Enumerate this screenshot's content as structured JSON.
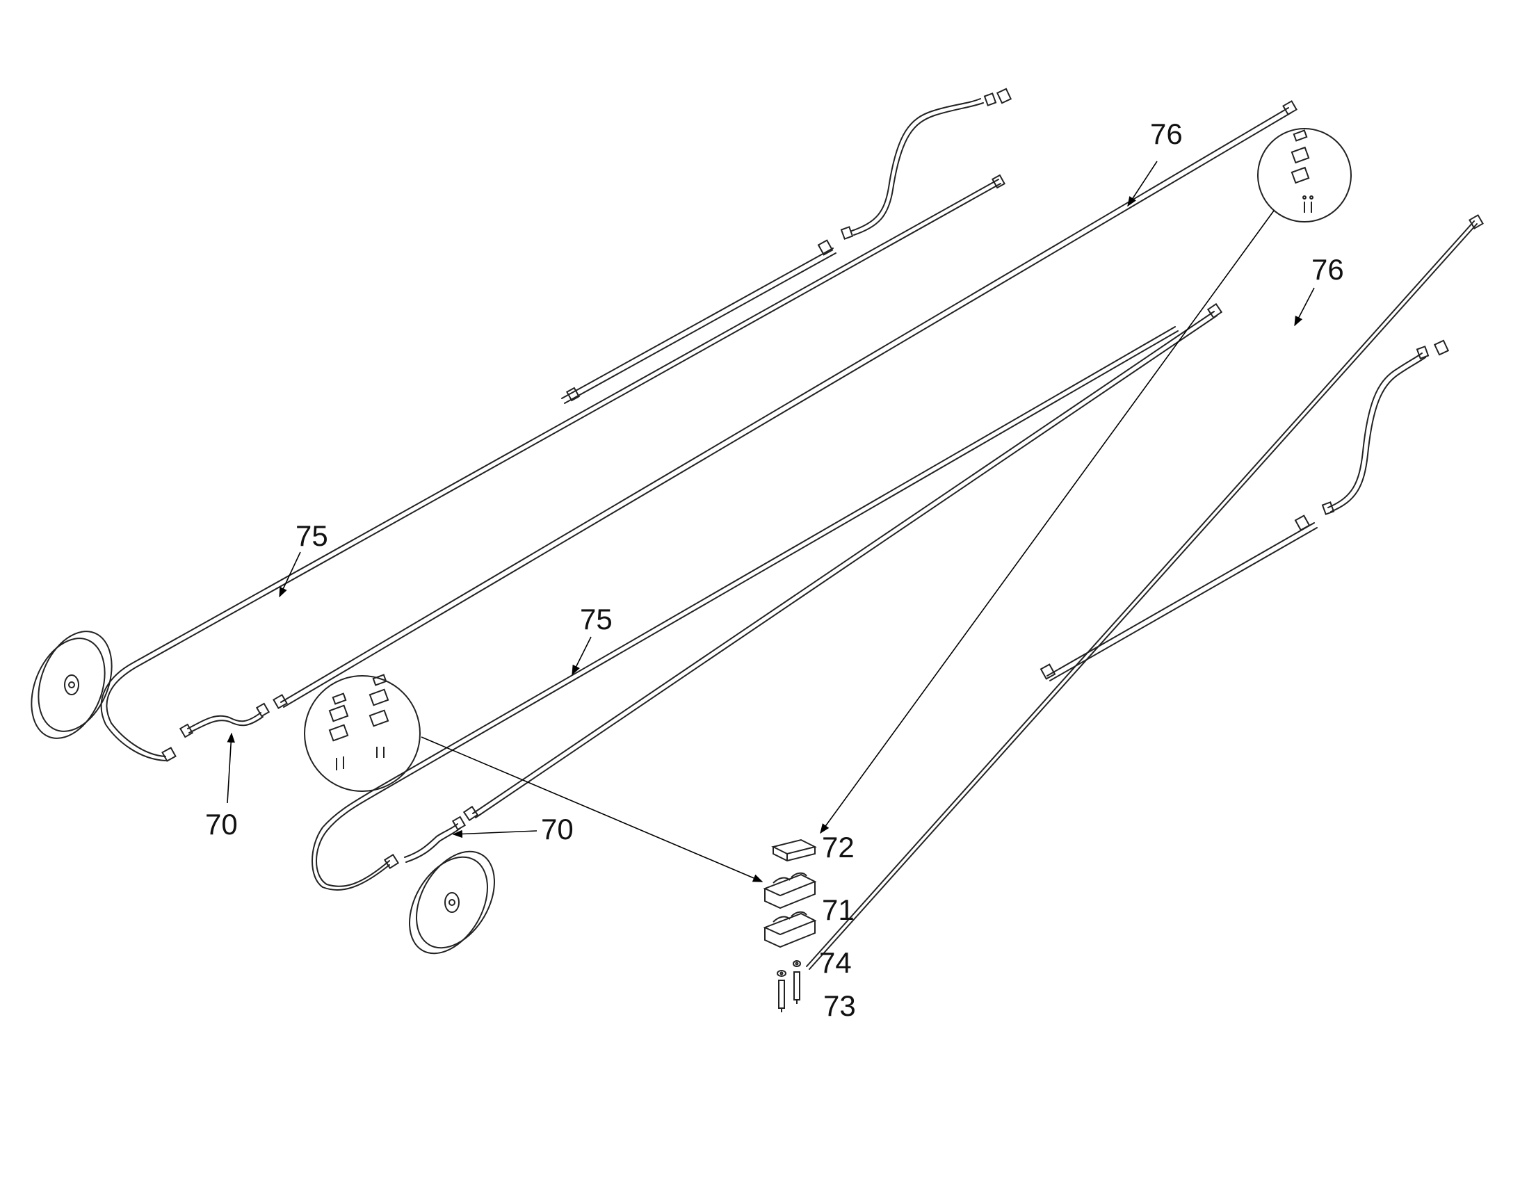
{
  "diagram": {
    "callouts": {
      "c75a": "75",
      "c75b": "75",
      "c76a": "76",
      "c76b": "76",
      "c70a": "70",
      "c70b": "70",
      "c72": "72",
      "c71": "71",
      "c74": "74",
      "c73": "73"
    }
  }
}
